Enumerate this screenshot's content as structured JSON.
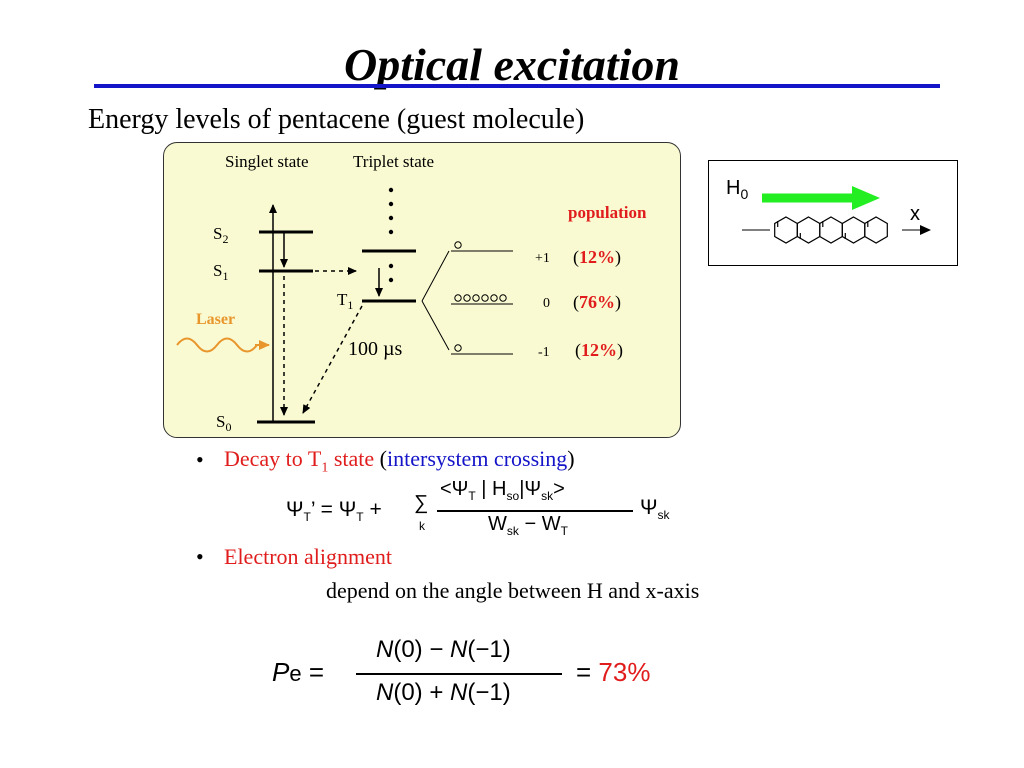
{
  "slide": {
    "title": "Optical excitation",
    "subtitle": "Energy levels of pentacene (guest molecule)"
  },
  "diagram": {
    "singlet_header": "Singlet state",
    "triplet_header": "Triplet state",
    "s2_main": "S",
    "s2_sub": "2",
    "s1_main": "S",
    "s1_sub": "1",
    "s0_main": "S",
    "s0_sub": "0",
    "t1_main": "T",
    "t1_sub": "1",
    "laser": "Laser",
    "lifetime": "100 µs",
    "population_header": "population",
    "sublevels": [
      {
        "label": "+1",
        "population": "12%",
        "open": "(",
        "close": ")",
        "dots": 1
      },
      {
        "label": "0",
        "population": "76%",
        "open": "(",
        "close": ")",
        "dots": 6
      },
      {
        "label": "-1",
        "population": "12%",
        "open": "(",
        "close": ")",
        "dots": 1
      }
    ],
    "colors": {
      "panel": "#fafad2",
      "laser": "#e8962c",
      "population": "#e01c1c"
    }
  },
  "molecule": {
    "field_main": "H",
    "field_sub": "0",
    "axis": "x",
    "colors": {
      "field_arrow": "#22ee22"
    }
  },
  "bullets": [
    {
      "part1": "Decay to T",
      "part1_sub": "1",
      "part2": " state",
      "paren_open": " (",
      "highlight": "intersystem crossing",
      "paren_close": ")"
    },
    {
      "part1": "Electron alignment",
      "detail": "depend on the angle between H and x-axis"
    }
  ],
  "formula1": {
    "lhs": "Ψ",
    "lhs_sub": "T",
    "lhs_prime": "’ =",
    "term": "Ψ",
    "term_sub": "T",
    "plus": "+",
    "sum": "∑",
    "sum_index": "k",
    "num_left": "<Ψ",
    "num_left_sub": "T",
    "num_mid": "| H",
    "num_mid_sub": "so",
    "num_right": "|Ψ",
    "num_right_sub": "sk",
    "num_close": ">",
    "den_a": "W",
    "den_a_sub": "sk",
    "den_minus": "−",
    "den_b": "W",
    "den_b_sub": "T",
    "tail": "Ψ",
    "tail_sub": "sk"
  },
  "formula2": {
    "lhs": "P",
    "lhs_sub": "e",
    "equals": "=",
    "numerator_a": "N",
    "numerator_a_arg": "(0)",
    "numerator_op": "−",
    "numerator_b": "N",
    "numerator_b_arg": "(−1)",
    "denominator_a": "N",
    "denominator_a_arg": "(0)",
    "denominator_op": "+",
    "denominator_b": "N",
    "denominator_b_arg": "(−1)",
    "result_equals": "=",
    "result": "73%",
    "colors": {
      "result": "#e01c1c"
    }
  },
  "bullet_symbol": "•",
  "theme": {
    "title_rule": "#1414c8",
    "red": "#e01c1c",
    "blue": "#1414c8"
  }
}
